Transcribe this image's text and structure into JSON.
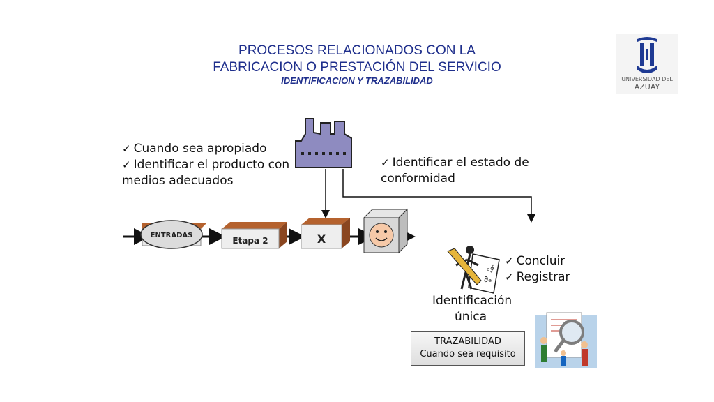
{
  "header": {
    "title_line1": "PROCESOS RELACIONADOS CON LA",
    "title_line2": "FABRICACION O PRESTACIÓN DEL SERVICIO",
    "subtitle": "IDENTIFICACION Y TRAZABILIDAD",
    "logo_text1": "UNIVERSIDAD DEL",
    "logo_text2": "AZUAY"
  },
  "left_bullets": [
    "Cuando sea apropiado",
    "Identificar el producto con medios adecuados"
  ],
  "right_bullets": [
    "Identificar el estado de conformidad"
  ],
  "flow": {
    "entradas": "ENTRADAS",
    "etapa2": "Etapa 2",
    "x": "X"
  },
  "actions": [
    "Concluir",
    "Registrar"
  ],
  "identificacion": "Identificación única",
  "trazabilidad": {
    "line1": "TRAZABILIDAD",
    "line2": "Cuando sea requisito"
  },
  "colors": {
    "title": "#1f2f8c",
    "factory": "#8e8bc0",
    "stage_top": "#b5622e",
    "logo": "#1f3a93"
  },
  "icons": [
    "factory-icon",
    "checkmark-icon",
    "smiley-face-icon",
    "pencil-figure-icon",
    "magnifier-people-icon",
    "university-logo"
  ]
}
